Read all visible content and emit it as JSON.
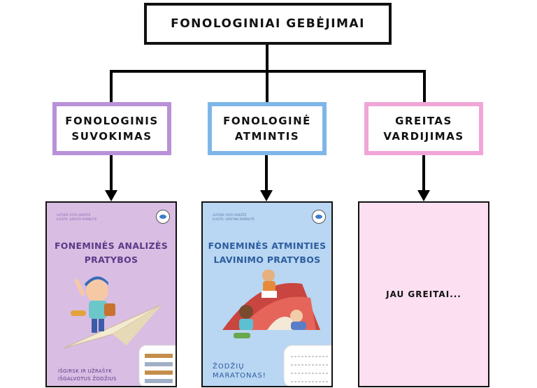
{
  "root": {
    "label": "FONOLOGINIAI GEBĖJIMAI"
  },
  "categories": [
    {
      "line1": "FONOLOGINIS",
      "line2": "SUVOKIMAS"
    },
    {
      "line1": "FONOLOGINĖ",
      "line2": "ATMINTIS"
    },
    {
      "line1": "GREITAS",
      "line2": "VARDIJIMAS"
    }
  ],
  "books": [
    {
      "authors_line1": "AUTORĖ: RŪTA GRIKŠTĖ",
      "authors_line2": "ILIUSTR.: JURGITA DAMBLYTĖ",
      "title_line1": "FONEMINĖS ANALIZĖS",
      "title_line2": "PRATYBOS",
      "sub_line1": "IŠGIRSK IR UŽRAŠYK",
      "sub_line2": "IŠGALVOTUS ŽODŽIUS",
      "colors": {
        "bg": "#d9bde3",
        "title": "#5b3a86"
      }
    },
    {
      "authors_line1": "AUTORĖ: RŪTA GRIKŠTĖ",
      "authors_line2": "ILIUSTR.: KRISTINA DAMBLYTĖ",
      "title_line1": "FONEMINĖS ATMINTIES",
      "title_line2": "LAVINIMO PRATYBOS",
      "sub_line1": "ŽODŽIŲ",
      "sub_line2": "MARATONAS!",
      "colors": {
        "bg": "#b9d6f2",
        "title": "#2d5d9e"
      }
    },
    {
      "placeholder": "JAU GREITAI...",
      "colors": {
        "bg": "#fcdff0"
      }
    }
  ],
  "colors": {
    "cat1_border": "#b991d8",
    "cat2_border": "#7fb6e8",
    "cat3_border": "#f0a6d6"
  }
}
